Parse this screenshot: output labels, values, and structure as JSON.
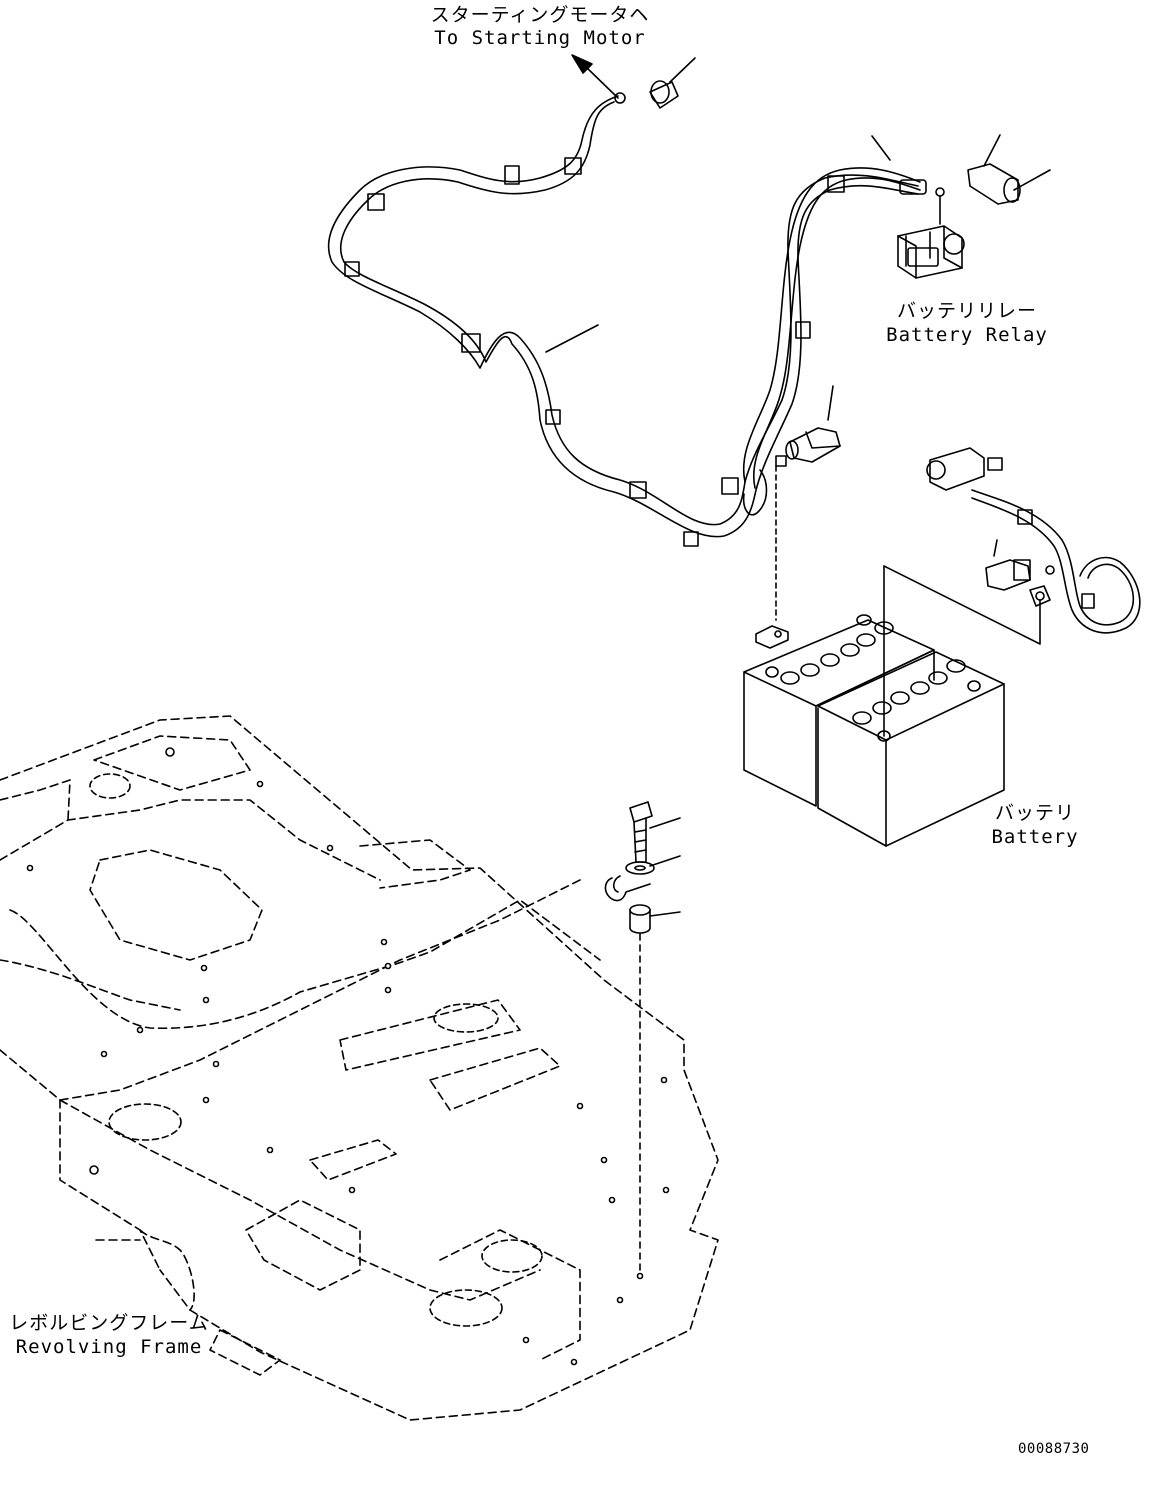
{
  "labels": {
    "starting_motor_jp": "スターティングモータヘ",
    "starting_motor_en": "To Starting Motor",
    "battery_relay_jp": "バッテリリレー",
    "battery_relay_en": "Battery Relay",
    "battery_jp": "バッテリ",
    "battery_en": "Battery",
    "revolving_frame_jp": "レボルビングフレーム",
    "revolving_frame_en": "Revolving Frame",
    "drawing_number": "00088730"
  }
}
